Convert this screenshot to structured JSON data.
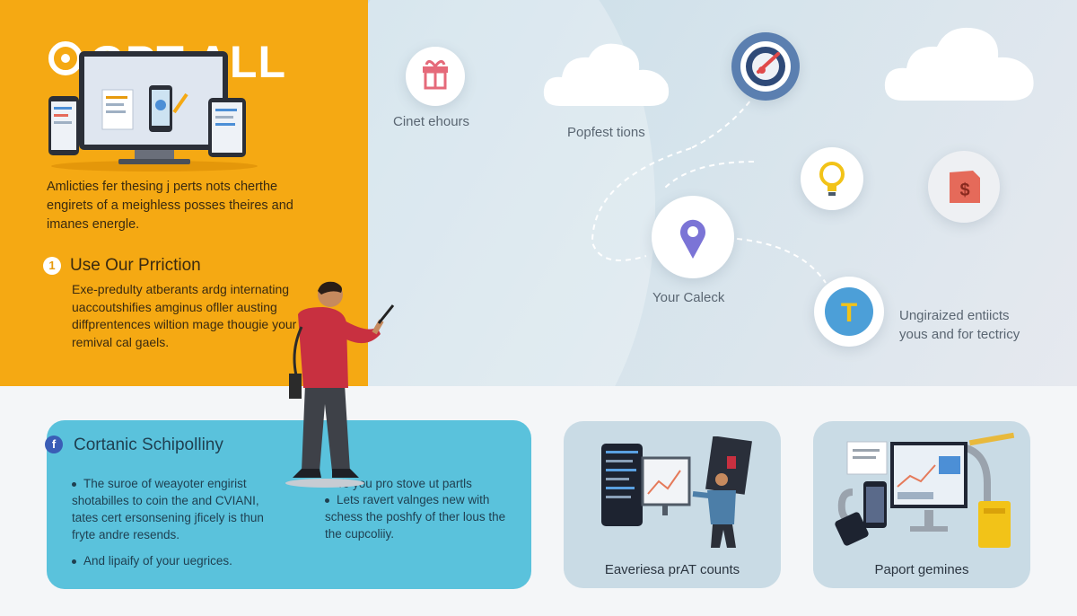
{
  "header": {
    "logo_text": "GPT ALL"
  },
  "left_panel": {
    "intro": "Amlicties fer thesing j perts nots cherthe engirets of a meighless posses theires and imanes energle.",
    "step_number": "1",
    "step_title": "Use Our Prriction",
    "step_body": "Exe-predulty atberants ardg internating uaccoutshifies amginus ofller austing diffprentences wiltion mage thougie your remival cal gaels."
  },
  "diagram": {
    "nodes": [
      {
        "label": "Cinet ehours",
        "icon": "gift-icon"
      },
      {
        "label": "Popfest tions",
        "icon": "cloud-icon"
      },
      {
        "label": "",
        "icon": "compass-icon"
      },
      {
        "label": "",
        "icon": "cloud-icon"
      },
      {
        "label": "",
        "icon": "lightbulb-icon"
      },
      {
        "label": "",
        "icon": "money-tag-icon"
      },
      {
        "label": "Your Caleck",
        "icon": "location-pin-icon"
      },
      {
        "label": "Ungiraized entiicts yous and for tectricy",
        "icon": "letter-t-icon"
      }
    ],
    "label_t_line1": "Ungiraized entiicts",
    "label_t_line2": "yous and for tectricy"
  },
  "bottom": {
    "card_badge": "f",
    "card_title": "Cortanic Schipolliny",
    "bullets_left": [
      "The suroe of weayoter engirist shotabilles to coin the and CVIANI, tates cert ersonsening jficely is thun fryte andre resends.",
      "And lipaify of your uegrices."
    ],
    "bullets_right": [
      "To you pro stove ut partls",
      "Lets ravert valnges new with schess the poshfy of ther lous the the cupcoliiy."
    ],
    "card2_caption": "Eaveriesa prAT counts",
    "card3_caption": "Paport gemines"
  },
  "colors": {
    "left_bg": "#f5a913",
    "accent_blue": "#5ac2dc",
    "card_gray": "#c9dbe5",
    "node_purple": "#7b74d6",
    "node_yellow": "#f2c318",
    "node_red": "#e56a5a"
  }
}
